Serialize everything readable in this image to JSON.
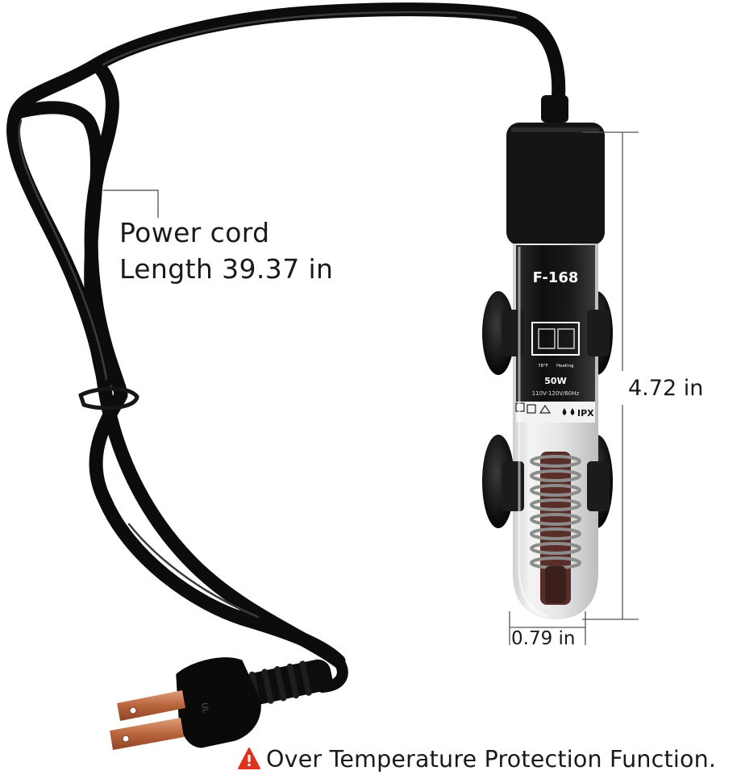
{
  "annotations": {
    "power_cord_label": "Power cord",
    "power_cord_length": "Length 39.37 in",
    "heater_height": "4.72 in",
    "heater_width": "0.79 in"
  },
  "heater_label": {
    "model": "F-168",
    "display_left": "78°F",
    "display_right": "Heating",
    "wattage": "50W",
    "voltage": "110V-120V/60Hz",
    "ip_rating": "IPX"
  },
  "footer": {
    "warning_icon": "warning-triangle-icon",
    "warning_text": "Over Temperature Protection Function.",
    "warning_color": "#e0301e"
  },
  "colors": {
    "cable": "#111111",
    "plug_prong": "#c9764a",
    "background": "#ffffff"
  }
}
